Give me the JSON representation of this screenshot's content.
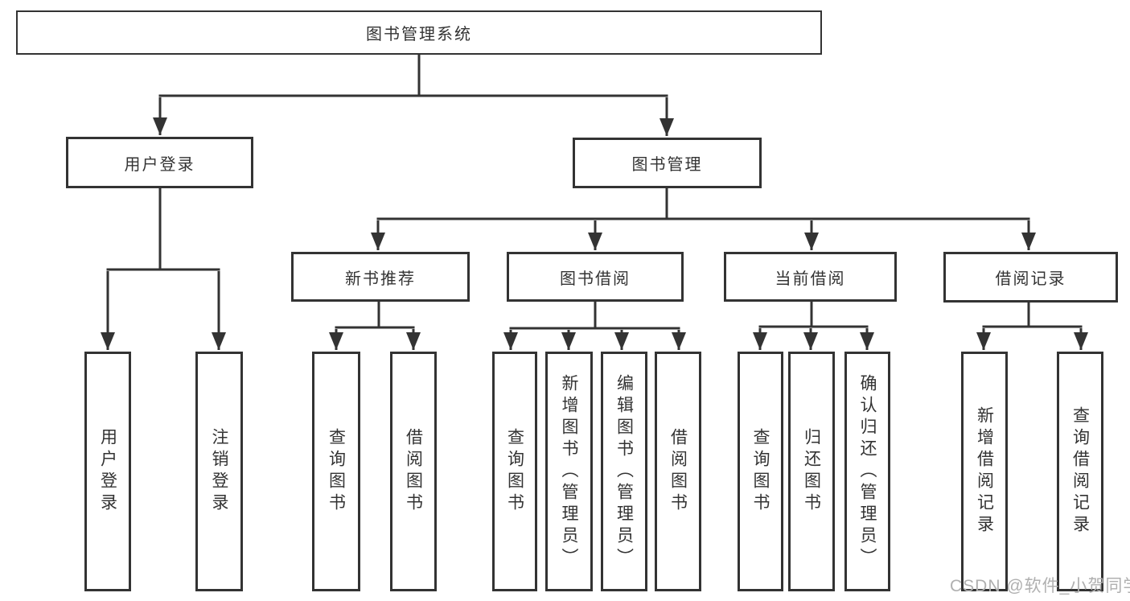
{
  "tree": {
    "root": {
      "label": "图书管理系统"
    },
    "children": [
      {
        "label": "用户登录",
        "children": [
          {
            "label": "用户登录"
          },
          {
            "label": "注销登录"
          }
        ]
      },
      {
        "label": "图书管理",
        "children": [
          {
            "label": "新书推荐",
            "children": [
              {
                "label": "查询图书"
              },
              {
                "label": "借阅图书"
              }
            ]
          },
          {
            "label": "图书借阅",
            "children": [
              {
                "label": "查询图书"
              },
              {
                "label": "新增图书（管理员）"
              },
              {
                "label": "编辑图书（管理员）"
              },
              {
                "label": "借阅图书"
              }
            ]
          },
          {
            "label": "当前借阅",
            "children": [
              {
                "label": "查询图书"
              },
              {
                "label": "归还图书"
              },
              {
                "label": "确认归还（管理员）"
              }
            ]
          },
          {
            "label": "借阅记录",
            "children": [
              {
                "label": "新增借阅记录"
              },
              {
                "label": "查询借阅记录"
              }
            ]
          }
        ]
      }
    ]
  },
  "watermark": {
    "text": "CSDN @软件_小贺同学",
    "color": "#b0b0b0"
  },
  "colors": {
    "line": "#333333",
    "text": "#333333",
    "background": "#ffffff"
  }
}
